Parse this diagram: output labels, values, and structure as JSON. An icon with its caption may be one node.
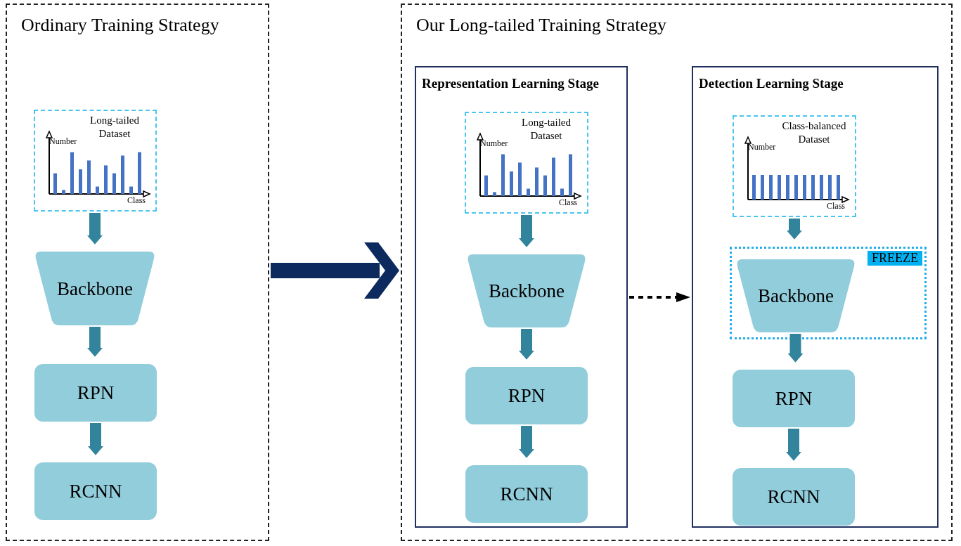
{
  "diagram": {
    "nodes": [
      {
        "text": [
          "Ordinary Training Strategy"
        ]
      },
      {
        "text": [
          "Long-tailed Dataset",
          "Number",
          "Class"
        ],
        "in": 0
      },
      {
        "text": [
          "Backbone"
        ],
        "in": 0
      },
      {
        "text": [
          "RPN"
        ],
        "in": 0
      },
      {
        "text": [
          "RCNN"
        ],
        "in": 0
      },
      {
        "text": [
          "Our Long-tailed Training Strategy"
        ]
      },
      {
        "text": [
          "Representation Learning Stage"
        ],
        "in": 5
      },
      {
        "text": [
          "Long-tailed Dataset",
          "Number",
          "Class"
        ],
        "in": 6
      },
      {
        "text": [
          "Backbone"
        ],
        "in": 6
      },
      {
        "text": [
          "RPN"
        ],
        "in": 6
      },
      {
        "text": [
          "RCNN"
        ],
        "in": 6
      },
      {
        "text": [
          "Detection Learning Stage"
        ],
        "in": 5
      },
      {
        "text": [
          "Class-balanced Dataset",
          "Number",
          "Class"
        ],
        "in": 11
      },
      {
        "text": [
          "FREEZE"
        ],
        "in": 11
      },
      {
        "text": [
          "Backbone"
        ],
        "in": 13
      },
      {
        "text": [
          "RPN"
        ],
        "in": 11
      },
      {
        "text": [
          "RCNN"
        ],
        "in": 11
      }
    ],
    "edges": [
      {
        "from": 1,
        "to": 2,
        "arrow": "to"
      },
      {
        "from": 2,
        "to": 3,
        "arrow": "to"
      },
      {
        "from": 3,
        "to": 4,
        "arrow": "to"
      },
      {
        "from": 0,
        "to": 5,
        "arrow": "to",
        "color": "#0d2a5e"
      },
      {
        "from": 7,
        "to": 8,
        "arrow": "to"
      },
      {
        "from": 8,
        "to": 9,
        "arrow": "to"
      },
      {
        "from": 9,
        "to": 10,
        "arrow": "to"
      },
      {
        "from": 6,
        "to": 11,
        "arrow": "to",
        "style": "dashed",
        "color": "#000000"
      },
      {
        "from": 12,
        "to": 13,
        "arrow": "to"
      },
      {
        "from": 14,
        "to": 15,
        "arrow": "to"
      },
      {
        "from": 15,
        "to": 16,
        "arrow": "to"
      }
    ]
  }
}
